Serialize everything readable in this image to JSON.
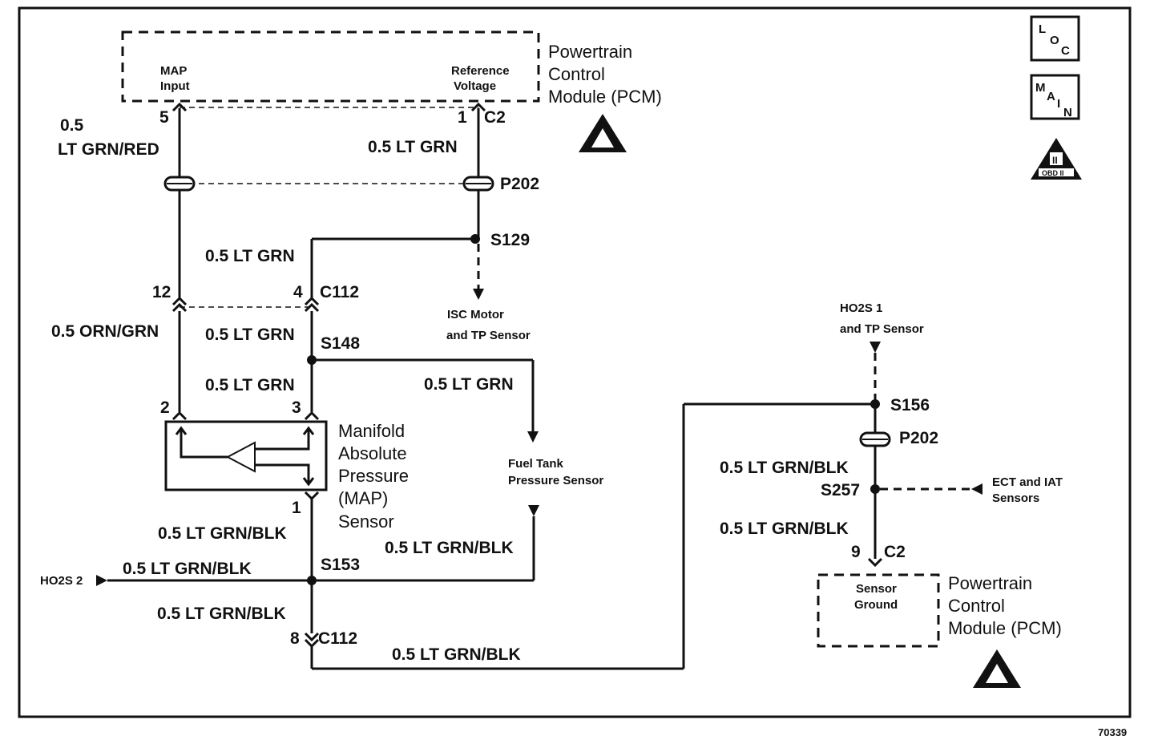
{
  "pcm_top": {
    "title": [
      "Powertrain",
      "Control",
      "Module (PCM)"
    ],
    "map_input": [
      "MAP",
      "Input"
    ],
    "reference_voltage": [
      "Reference",
      "Voltage"
    ],
    "pin_map": "5",
    "pin_ref": "1",
    "connector": "C2"
  },
  "wires": {
    "map_wire": [
      "0.5",
      "LT GRN/RED"
    ],
    "ref_wire": "0.5 LT GRN",
    "s129_branch": "0.5 LT GRN",
    "orn_grn": "0.5 ORN/GRN",
    "s148_above": "0.5 LT GRN",
    "s148_below": "0.5 LT GRN",
    "fuel_tank_feed": "0.5 LT GRN",
    "sensor_ground_1": "0.5 LT GRN/BLK",
    "fuel_tank_return": "0.5 LT GRN/BLK",
    "ho2s2_wire": "0.5 LT GRN/BLK",
    "below_s153": "0.5 LT GRN/BLK",
    "bottom_run": "0.5 LT GRN/BLK",
    "right_upper": "0.5 LT GRN/BLK",
    "right_lower": "0.5 LT GRN/BLK"
  },
  "connectors": {
    "p202_top": "P202",
    "p202_right": "P202",
    "c112_top": "C112",
    "c112_bottom": "C112",
    "c2_bottom": "C2",
    "pin_12": "12",
    "pin_4": "4",
    "pin_2": "2",
    "pin_3": "3",
    "pin_1": "1",
    "pin_8": "8",
    "pin_9": "9"
  },
  "splices": {
    "s129": "S129",
    "s148": "S148",
    "s153": "S153",
    "s156": "S156",
    "s257": "S257"
  },
  "components": {
    "map_sensor": [
      "Manifold",
      "Absolute",
      "Pressure",
      "(MAP)",
      "Sensor"
    ],
    "isc": [
      "ISC Motor",
      "and TP Sensor"
    ],
    "fuel_tank": [
      "Fuel Tank",
      "Pressure Sensor"
    ],
    "ho2s1": [
      "HO2S 1",
      "and TP Sensor"
    ],
    "ect_iat": [
      "ECT and IAT",
      "Sensors"
    ],
    "ho2s2": "HO2S 2"
  },
  "pcm_bottom": {
    "title": [
      "Powertrain",
      "Control",
      "Module (PCM)"
    ],
    "sensor_ground": [
      "Sensor",
      "Ground"
    ]
  },
  "icons": {
    "loc": "LOC",
    "main": "MAIN",
    "obd": "OBD II",
    "obd_roman": "II",
    "esd_icon": "esd-warning-icon"
  },
  "figure_number": "70339"
}
